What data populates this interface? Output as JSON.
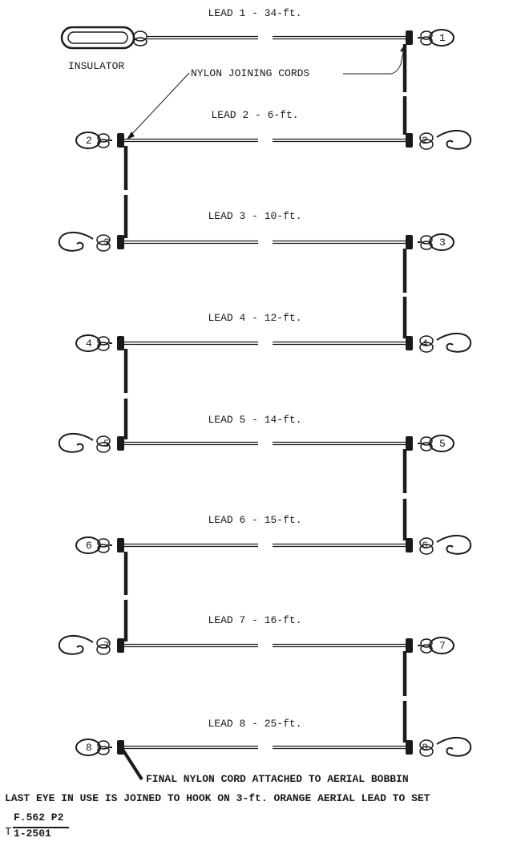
{
  "leads": [
    {
      "label": "LEAD 1 - 34-ft.",
      "left_num": "",
      "right_num": "1",
      "left_type": "insulator",
      "right_type": "eye"
    },
    {
      "label": "LEAD 2 - 6-ft.",
      "left_num": "2",
      "right_num": "2",
      "left_type": "eye",
      "right_type": "hook"
    },
    {
      "label": "LEAD 3 - 10-ft.",
      "left_num": "3",
      "right_num": "3",
      "left_type": "hook",
      "right_type": "eye"
    },
    {
      "label": "LEAD 4 - 12-ft.",
      "left_num": "4",
      "right_num": "4",
      "left_type": "eye",
      "right_type": "hook"
    },
    {
      "label": "LEAD 5 - 14-ft.",
      "left_num": "5",
      "right_num": "5",
      "left_type": "hook",
      "right_type": "eye"
    },
    {
      "label": "LEAD 6 - 15-ft.",
      "left_num": "6",
      "right_num": "6",
      "left_type": "eye",
      "right_type": "hook"
    },
    {
      "label": "LEAD 7 - 16-ft.",
      "left_num": "7",
      "right_num": "7",
      "left_type": "hook",
      "right_type": "eye"
    },
    {
      "label": "LEAD 8 - 25-ft.",
      "left_num": "8",
      "right_num": "8",
      "left_type": "eye",
      "right_type": "hook"
    }
  ],
  "labels": {
    "insulator": "INSULATOR",
    "nylon_cords": "NYLON JOINING CORDS",
    "final_cord": "FINAL NYLON CORD ATTACHED TO AERIAL BOBBIN",
    "last_eye": "LAST EYE IN USE IS JOINED TO HOOK ON 3-ft. ORANGE AERIAL LEAD TO SET"
  },
  "reference": {
    "prefix": "T",
    "numerator": "F.562 P2",
    "denominator": "1-2501"
  },
  "colors": {
    "ink": "#1a1a1a",
    "paper": "#ffffff"
  }
}
